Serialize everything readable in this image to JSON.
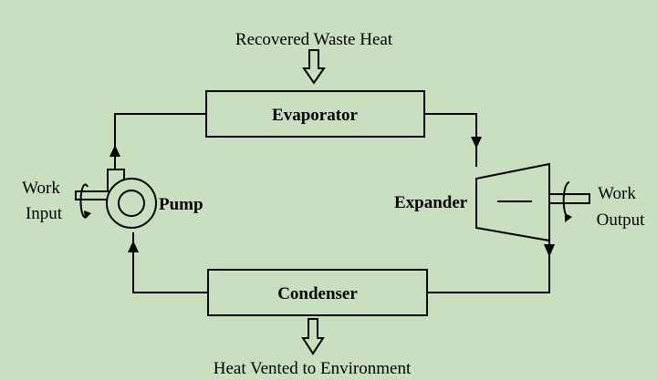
{
  "diagram": {
    "title_top": "Recovered Waste Heat",
    "title_bottom": "Heat Vented to Environment",
    "components": {
      "evaporator": "Evaporator",
      "condenser": "Condenser",
      "pump": "Pump",
      "expander": "Expander"
    },
    "work_input": {
      "line1": "Work",
      "line2": "Input"
    },
    "work_output": {
      "line1": "Work",
      "line2": "Output"
    }
  },
  "colors": {
    "background": "#c9dfc0",
    "stroke": "#000000"
  }
}
